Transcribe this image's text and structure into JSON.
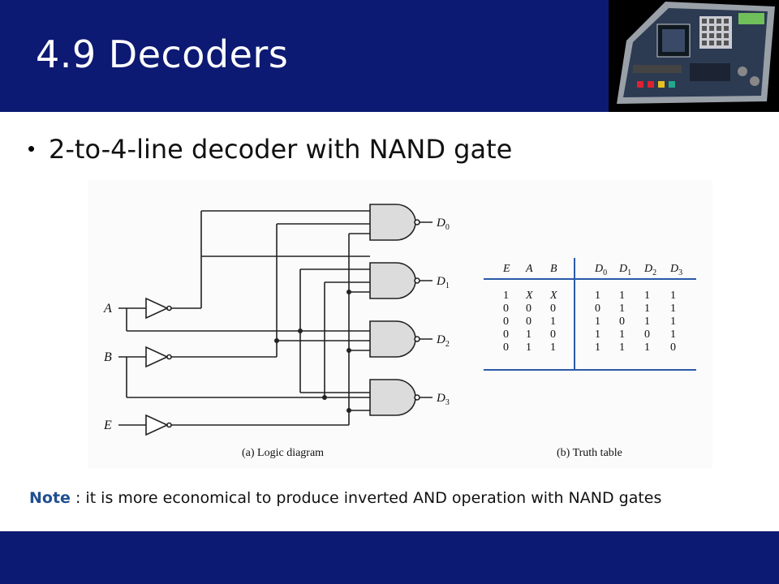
{
  "slide": {
    "title": "4.9 Decoders",
    "bullet_mark": "•",
    "bullet": "2-to-4-line decoder with NAND gate",
    "note_keyword": "Note",
    "note_text": " : it is more economical to produce inverted AND operation with NAND gates",
    "colors": {
      "header": "#0d1a73",
      "footer": "#0d1a73",
      "title": "#ffffff",
      "note_keyword": "#1f4f8f"
    }
  },
  "logic_diagram": {
    "inputs": [
      "A",
      "B",
      "E"
    ],
    "outputs": [
      "D",
      "D",
      "D",
      "D"
    ],
    "output_subscripts": [
      "0",
      "1",
      "2",
      "3"
    ],
    "caption": "(a) Logic diagram"
  },
  "truth_table": {
    "headers": [
      "E",
      "A",
      "B",
      "D",
      "D",
      "D",
      "D"
    ],
    "header_subscripts": [
      "",
      "",
      "",
      "0",
      "1",
      "2",
      "3"
    ],
    "rows": [
      [
        "1",
        "X",
        "X",
        "1",
        "1",
        "1",
        "1"
      ],
      [
        "0",
        "0",
        "0",
        "0",
        "1",
        "1",
        "1"
      ],
      [
        "0",
        "0",
        "1",
        "1",
        "0",
        "1",
        "1"
      ],
      [
        "0",
        "1",
        "0",
        "1",
        "1",
        "0",
        "1"
      ],
      [
        "0",
        "1",
        "1",
        "1",
        "1",
        "1",
        "0"
      ]
    ],
    "caption": "(b) Truth table"
  }
}
